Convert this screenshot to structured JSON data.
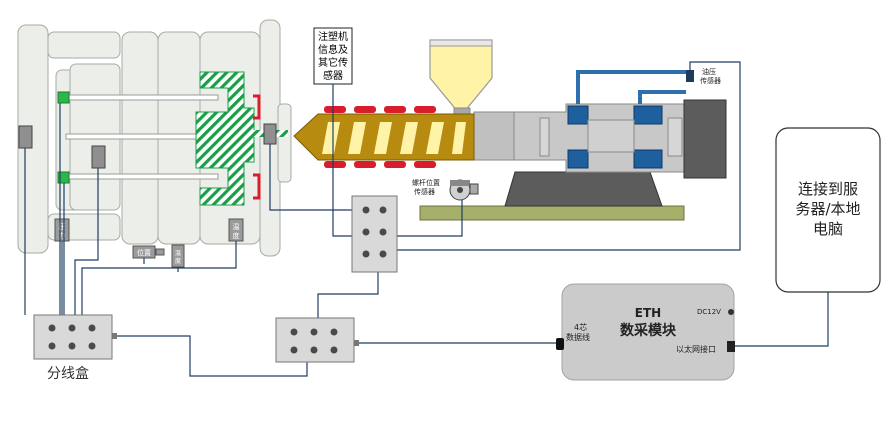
{
  "labels": {
    "injection_info": [
      "注塑机",
      "信息及",
      "其它传",
      "感器"
    ],
    "oil_pressure": [
      "油压",
      "传感器"
    ],
    "screw_position": [
      "螺杆位置",
      "传感器"
    ],
    "server": [
      "连接到服",
      "务器/本地",
      "电脑"
    ],
    "eth": "ETH",
    "module": "数采模块",
    "dc": "DC12V",
    "ethernet": "以太网接口",
    "four_core": [
      "4芯",
      "数据线"
    ],
    "splitter": "分线盒",
    "pressure": [
      "压",
      "力"
    ],
    "temperature": [
      "温",
      "度"
    ],
    "sensor_a": "位置",
    "sensor_b": [
      "温",
      "度"
    ]
  },
  "colors": {
    "mold_fill": "#eceeea",
    "mold_stroke": "#a8aaa4",
    "hatch": "#1a9e48",
    "heater": "#d81e2c",
    "barrel": "#c0c0c0",
    "screw": "#b78a10",
    "hopper_fill": "#fff3a8",
    "hydraulic": "#1e5f9e",
    "pipe": "#2e6fae",
    "base_plate": "#a7b06a",
    "module_fill": "#cbcbcb",
    "wire": "#1f3f63"
  }
}
